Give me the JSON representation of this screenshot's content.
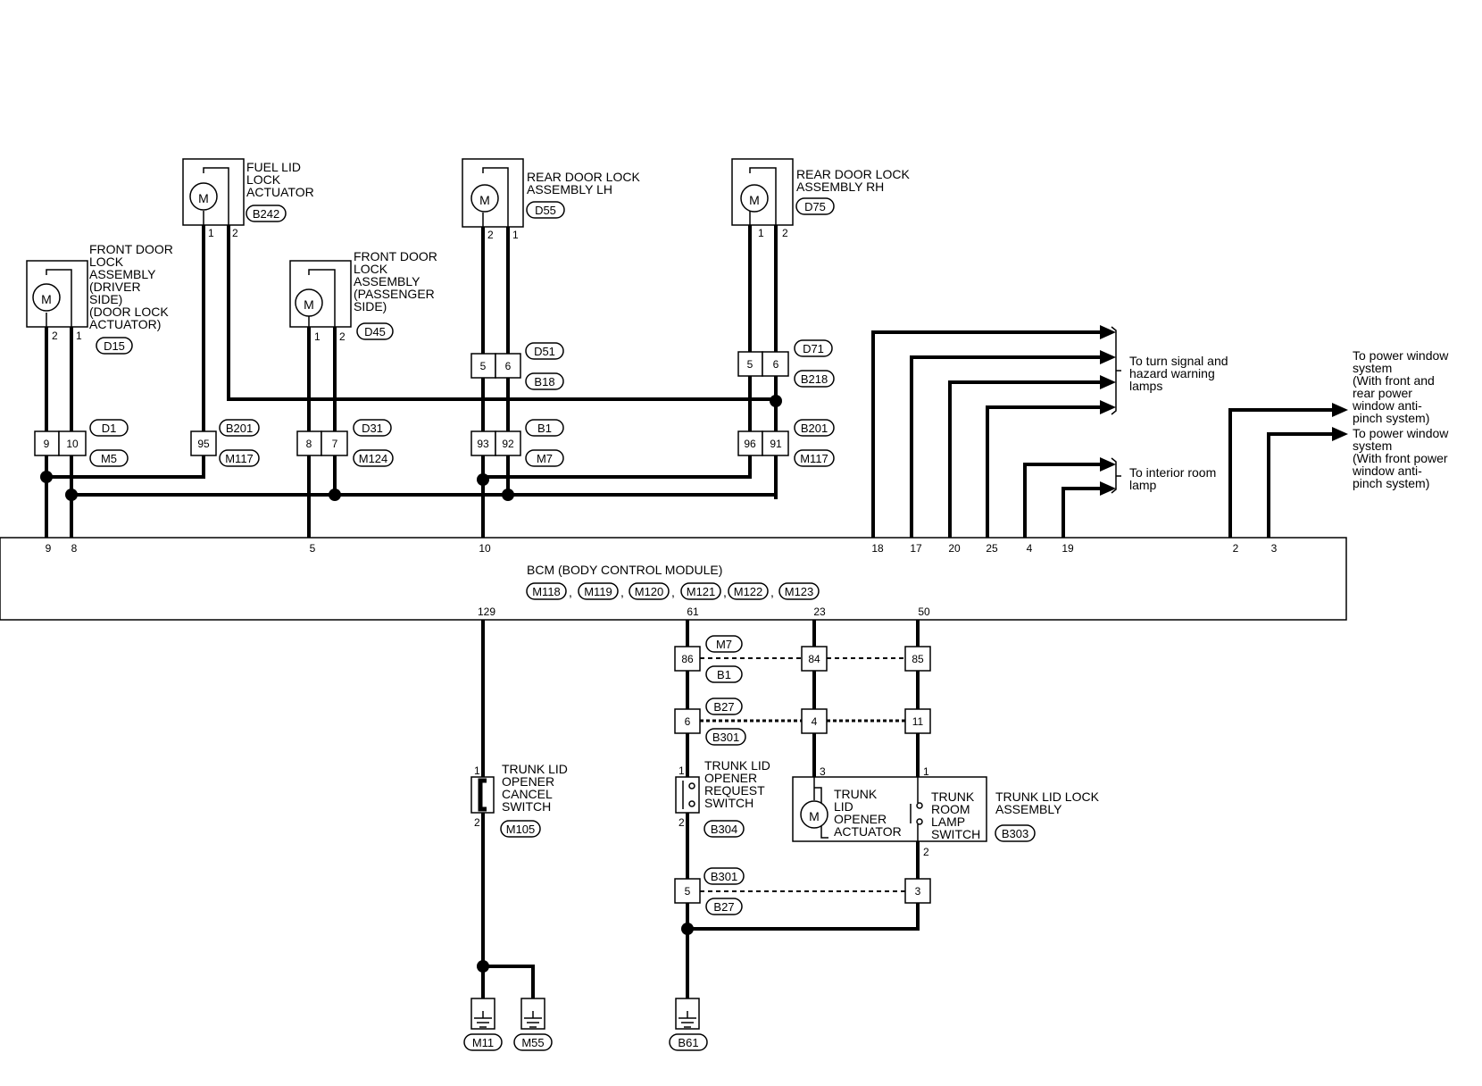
{
  "components": {
    "front_lh": [
      "FRONT DOOR",
      "LOCK",
      "ASSEMBLY",
      "(DRIVER",
      " SIDE)",
      "(DOOR LOCK",
      " ACTUATOR)"
    ],
    "fuel_lid": [
      "FUEL LID",
      "LOCK",
      "ACTUATOR"
    ],
    "front_rh": [
      "FRONT DOOR",
      "LOCK",
      "ASSEMBLY",
      "(PASSENGER",
      "SIDE)"
    ],
    "rear_lh": [
      "REAR DOOR LOCK",
      "ASSEMBLY LH"
    ],
    "rear_rh": [
      "REAR DOOR LOCK",
      "ASSEMBLY RH"
    ],
    "cancel_sw": [
      "TRUNK LID",
      "OPENER",
      "CANCEL",
      "SWITCH"
    ],
    "request_sw": [
      "TRUNK LID",
      "OPENER",
      "REQUEST",
      "SWITCH"
    ],
    "lid_actuator": [
      "TRUNK",
      "LID",
      "OPENER",
      "ACTUATOR"
    ],
    "room_lamp_sw": [
      "TRUNK",
      "ROOM",
      "LAMP",
      "SWITCH"
    ],
    "trunk_lock_assy": [
      "TRUNK LID LOCK",
      "ASSEMBLY"
    ]
  },
  "motor_symbol": "M",
  "bcm": {
    "title": "BCM (BODY CONTROL MODULE)",
    "connectors": [
      "M118",
      "M119",
      "M120",
      "M121",
      "M122",
      "M123"
    ],
    "sep": ","
  },
  "destinations": {
    "turn_signal": [
      "To turn signal and",
      "hazard warning",
      "lamps"
    ],
    "interior_lamp": [
      "To interior room",
      "lamp"
    ],
    "pw_antipinch": [
      "To power window",
      "system",
      "(With front and",
      " rear power",
      " window anti-",
      " pinch system)"
    ],
    "pw_front": [
      "To power window",
      "system",
      "(With front power",
      " window anti-",
      " pinch system)"
    ]
  },
  "pins": {
    "dlh_a": "2",
    "dlh_b": "1",
    "fuel_a": "1",
    "fuel_b": "2",
    "frh_a": "1",
    "frh_b": "2",
    "rlh_a": "2",
    "rlh_b": "1",
    "rrh_a": "1",
    "rrh_b": "2",
    "bcm_9": "9",
    "bcm_8": "8",
    "bcm_5": "5",
    "bcm_10": "10",
    "bcm_18": "18",
    "bcm_17": "17",
    "bcm_20": "20",
    "bcm_25": "25",
    "bcm_4": "4",
    "bcm_19": "19",
    "bcm_2": "2",
    "bcm_3": "3",
    "bcm_129": "129",
    "bcm_61": "61",
    "bcm_23": "23",
    "bcm_50": "50",
    "cancel_1": "1",
    "cancel_2": "2",
    "req_1": "1",
    "req_2": "2",
    "act_3": "3",
    "lamp_1": "1",
    "lamp_2": "2"
  },
  "terminals": {
    "t9": "9",
    "t10": "10",
    "t95": "95",
    "t8": "8",
    "t7": "7",
    "t5a": "5",
    "t6a": "6",
    "t93": "93",
    "t92": "92",
    "t5b": "5",
    "t6b": "6",
    "t96": "96",
    "t91": "91",
    "t86": "86",
    "t84": "84",
    "t85": "85",
    "t6c": "6",
    "t4": "4",
    "t11": "11",
    "t5c": "5",
    "t3": "3"
  },
  "connectors": {
    "D15": "D15",
    "B242": "B242",
    "D45": "D45",
    "D55": "D55",
    "D75": "D75",
    "D1": "D1",
    "M5": "M5",
    "B201a": "B201",
    "M117a": "M117",
    "D31": "D31",
    "M124": "M124",
    "D51": "D51",
    "B18": "B18",
    "B1a": "B1",
    "M7a": "M7",
    "D71": "D71",
    "B218": "B218",
    "B201b": "B201",
    "M117b": "M117",
    "M7b": "M7",
    "B1b": "B1",
    "B27a": "B27",
    "B301a": "B301",
    "M105": "M105",
    "B304": "B304",
    "B303": "B303",
    "B301b": "B301",
    "B27b": "B27",
    "M11": "M11",
    "M55": "M55",
    "B61": "B61"
  }
}
